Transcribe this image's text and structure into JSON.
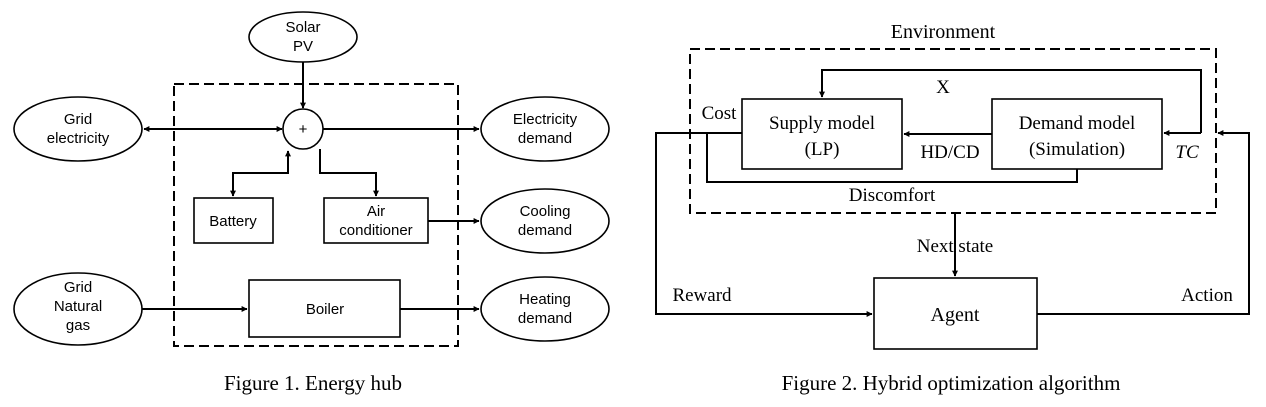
{
  "figure1": {
    "caption": "Figure 1. Energy hub",
    "solar": {
      "line1": "Solar",
      "line2": "PV"
    },
    "grid_electricity": {
      "line1": "Grid",
      "line2": "electricity"
    },
    "hub_symbol": "+",
    "electricity_demand": {
      "line1": "Electricity",
      "line2": "demand"
    },
    "battery": "Battery",
    "air_conditioner": {
      "line1": "Air",
      "line2": "conditioner"
    },
    "cooling_demand": {
      "line1": "Cooling",
      "line2": "demand"
    },
    "grid_gas": {
      "line1": "Grid",
      "line2": "Natural",
      "line3": "gas"
    },
    "boiler": "Boiler",
    "heating_demand": {
      "line1": "Heating",
      "line2": "demand"
    }
  },
  "figure2": {
    "caption": "Figure 2. Hybrid optimization algorithm",
    "environment": "Environment",
    "x_label": "X",
    "cost_label": "Cost",
    "supply_model": {
      "line1": "Supply model",
      "line2": "(LP)"
    },
    "hdcd_label": "HD/CD",
    "demand_model": {
      "line1": "Demand model",
      "line2": "(Simulation)"
    },
    "tc_label": "TC",
    "discomfort_label": "Discomfort",
    "next_state_label": "Next state",
    "reward_label": "Reward",
    "agent": "Agent",
    "action_label": "Action"
  }
}
